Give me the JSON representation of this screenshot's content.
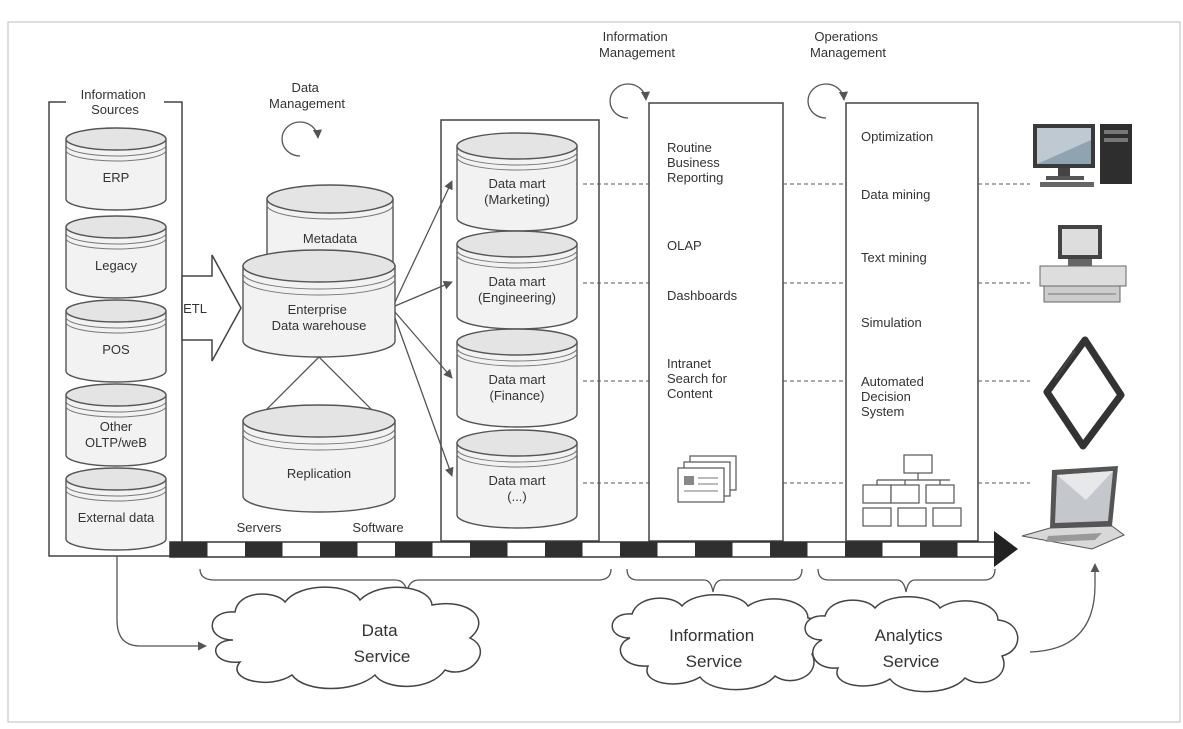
{
  "sources": {
    "title": "Information Sources",
    "items": [
      "ERP",
      "Legacy",
      "POS",
      "Other OLTP/weB",
      "External data"
    ]
  },
  "etl_label": "ETL",
  "data_management": {
    "label": "Data Management",
    "metadata": "Metadata",
    "warehouse": "Enterprise Data warehouse",
    "replication": "Replication"
  },
  "data_marts": [
    "Data mart (Marketing)",
    "Data mart (Engineering)",
    "Data mart (Finance)",
    "Data mart (...)"
  ],
  "information_management": {
    "label": "Information Management",
    "items": [
      "Routine Business Reporting",
      "OLAP",
      "Dashboards",
      "Intranet Search for Content"
    ]
  },
  "operations_management": {
    "label": "Operations Management",
    "items": [
      "Optimization",
      "Data mining",
      "Text mining",
      "Simulation",
      "Automated Decision System"
    ]
  },
  "bus_labels": {
    "servers": "Servers",
    "software": "Software"
  },
  "services": {
    "data": "Data Service",
    "information": "Information Service",
    "analytics": "Analytics Service"
  },
  "devices": [
    "desktop-computer",
    "workstation",
    "tablet",
    "laptop"
  ]
}
